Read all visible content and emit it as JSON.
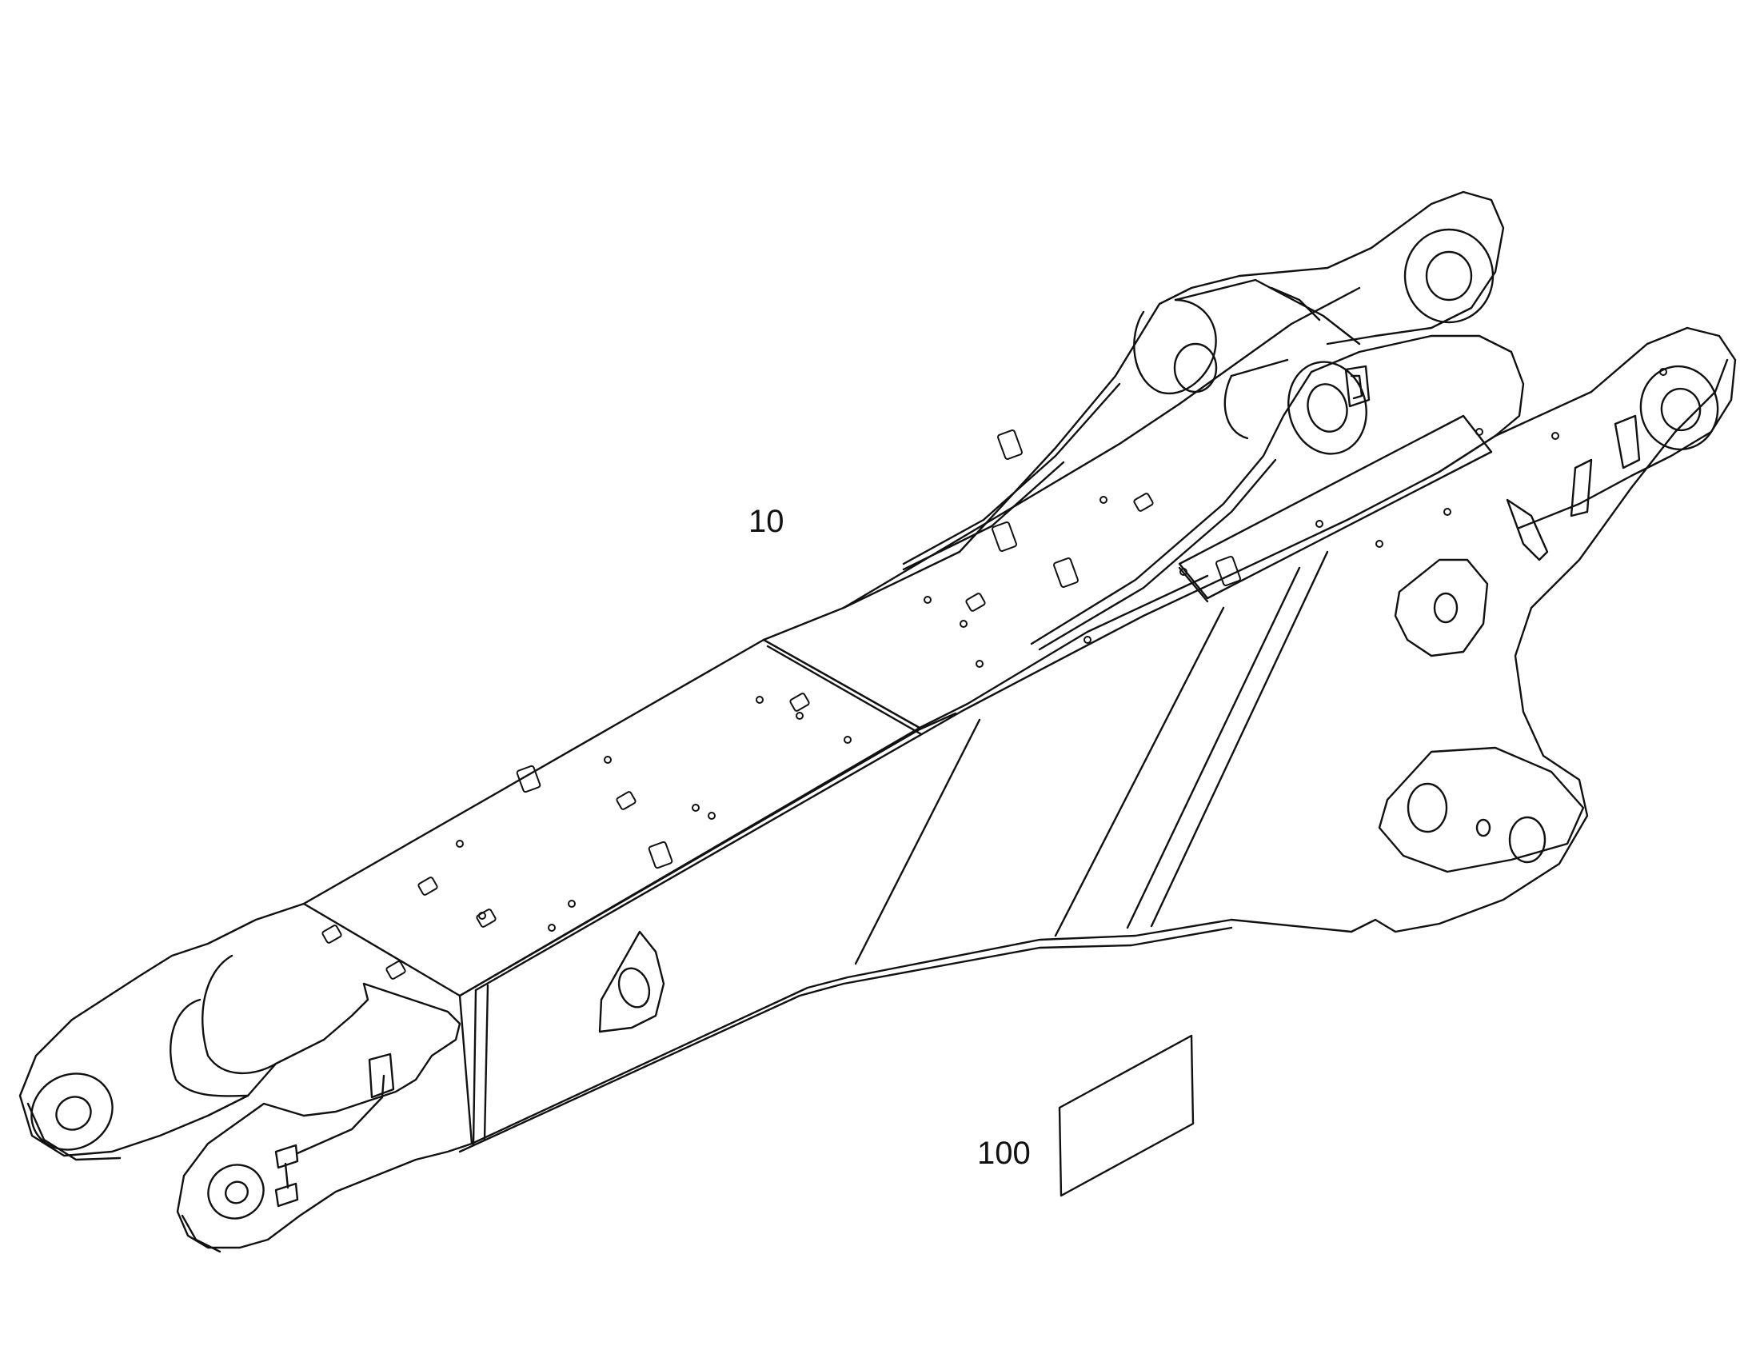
{
  "callouts": [
    {
      "id": "part-10",
      "label": "10"
    },
    {
      "id": "part-100",
      "label": "100"
    }
  ],
  "colors": {
    "line": "#111111",
    "background": "#ffffff"
  }
}
